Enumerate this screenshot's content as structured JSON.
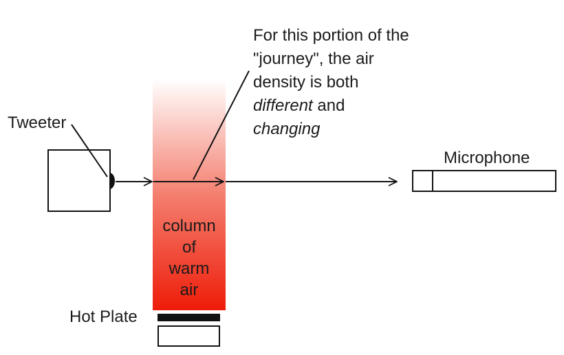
{
  "labels": {
    "tweeter": "Tweeter",
    "microphone": "Microphone",
    "hot_plate": "Hot Plate"
  },
  "annotation": {
    "line1": "For this portion of the",
    "line2": "\"journey\", the air",
    "line3": "density is both",
    "line4_italic": "different",
    "line4_rest": " and",
    "line5_italic": "changing"
  },
  "column_label": [
    "column",
    "of",
    "warm",
    "air"
  ],
  "colors": {
    "column_top": "#ffffff",
    "column_bottom": "#ee1c09",
    "stroke": "#111111"
  }
}
